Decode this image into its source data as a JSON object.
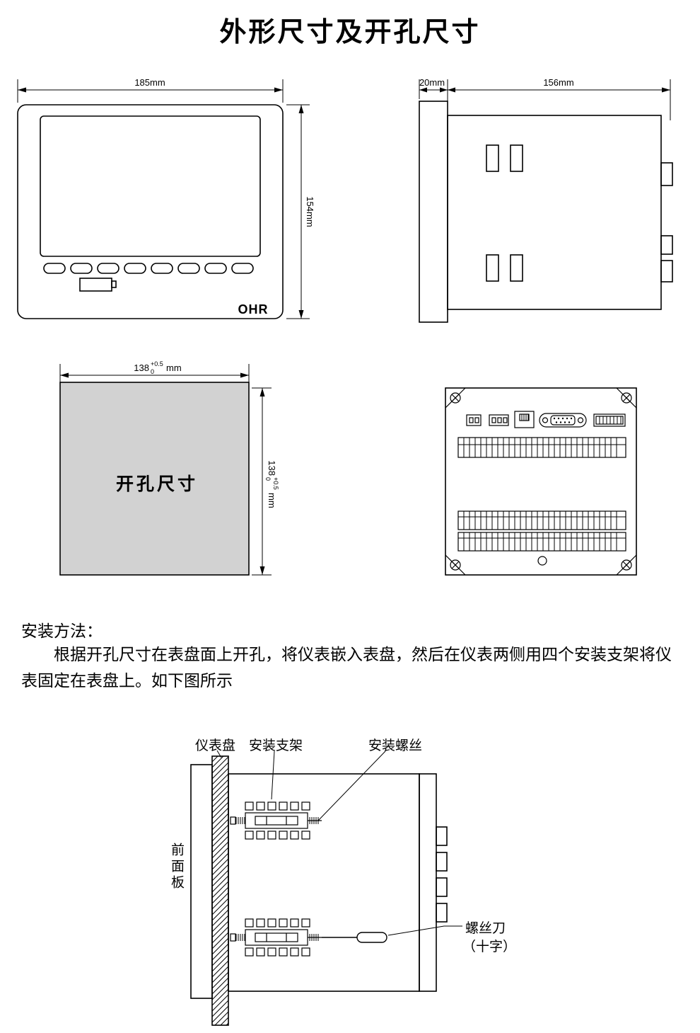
{
  "title": "外形尺寸及开孔尺寸",
  "front_view": {
    "width_dim": "185mm",
    "height_dim": "154mm",
    "brand": "OHR"
  },
  "side_view": {
    "flange_dim": "20mm",
    "depth_dim": "156mm"
  },
  "cutout": {
    "label": "开孔尺寸",
    "value": "138",
    "tol_upper": "+0.5",
    "tol_lower": "0",
    "unit": "mm"
  },
  "install": {
    "heading": "安装方法：",
    "body": "根据开孔尺寸在表盘面上开孔，将仪表嵌入表盘，然后在仪表两侧用四个安装支架将仪表固定在表盘上。如下图所示",
    "labels": {
      "panel": "仪表盘",
      "bracket": "安装支架",
      "screw": "安装螺丝",
      "front_panel": "前面板",
      "screwdriver": "螺丝刀",
      "screwdriver_type": "（十字）"
    }
  }
}
